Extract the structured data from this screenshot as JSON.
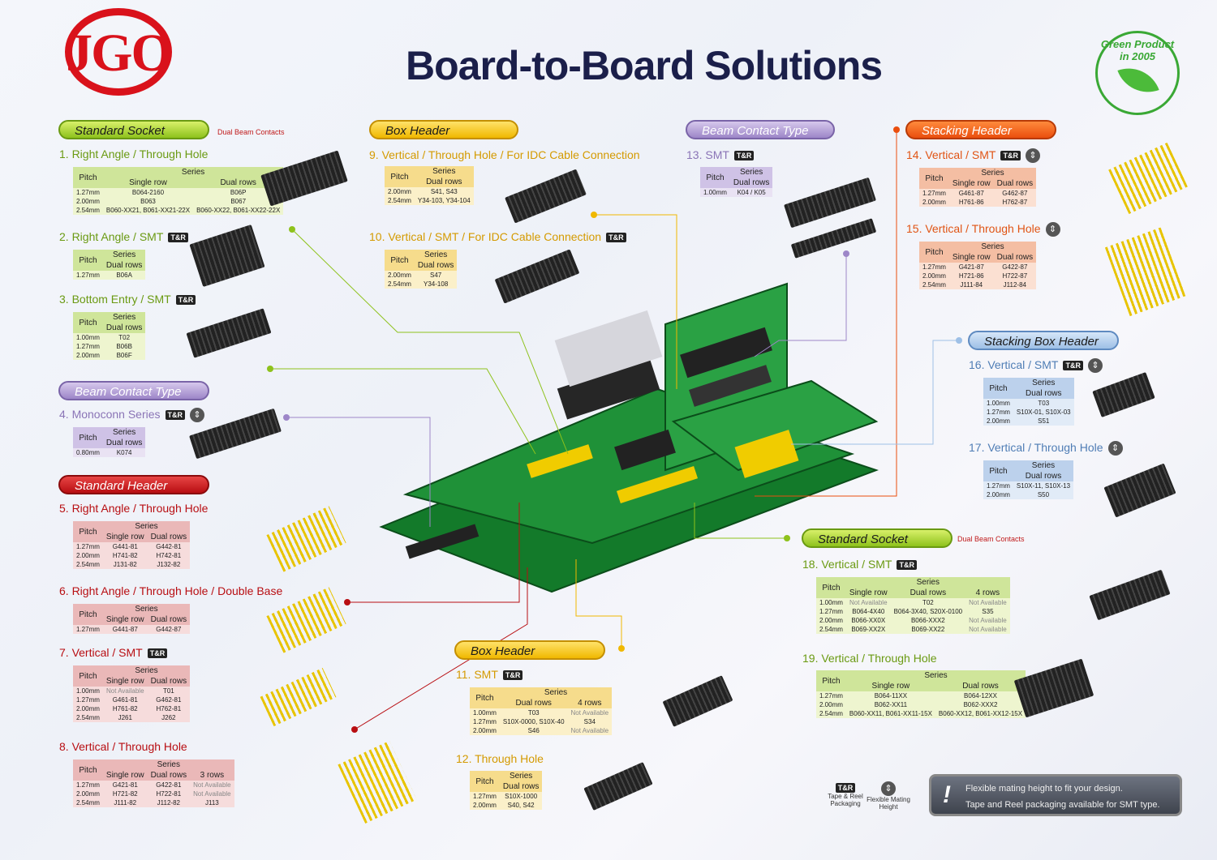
{
  "brand": {
    "logo": "JGO",
    "title": "Board-to-Board Solutions",
    "seal": "Green Product in 2005"
  },
  "colors": {
    "green": "#8ec21c",
    "yellow": "#f0b800",
    "purple": "#9d86c8",
    "orange": "#ea4e0e",
    "red": "#b80e12",
    "blue": "#9ec0e6"
  },
  "icons": {
    "tr": "T&R",
    "flex": "⇕"
  },
  "cat": {
    "std_socket": "Standard Socket",
    "dual_beam": "Dual Beam Contacts",
    "box_header": "Box Header",
    "beam_contact": "Beam Contact Type",
    "stacking_header": "Stacking Header",
    "stacking_box": "Stacking Box Header",
    "std_header": "Standard Header"
  },
  "h": {
    "pitch": "Pitch",
    "series": "Series",
    "single": "Single row",
    "dual": "Dual rows",
    "four": "4 rows",
    "three": "3 rows",
    "na": "Not Available"
  },
  "s1": {
    "title": "1. Right Angle / Through Hole",
    "rows": [
      [
        "1.27mm",
        "B064-2160",
        "B06P"
      ],
      [
        "2.00mm",
        "B063",
        "B067"
      ],
      [
        "2.54mm",
        "B060-XX21, B061-XX21-22X",
        "B060-XX22, B061-XX22-22X"
      ]
    ]
  },
  "s2": {
    "title": "2. Right Angle / SMT",
    "rows": [
      [
        "1.27mm",
        "B06A"
      ]
    ]
  },
  "s3": {
    "title": "3. Bottom Entry / SMT",
    "rows": [
      [
        "1.00mm",
        "T02"
      ],
      [
        "1.27mm",
        "B06B"
      ],
      [
        "2.00mm",
        "B06F"
      ]
    ]
  },
  "s4": {
    "title": "4. Monoconn Series",
    "rows": [
      [
        "0.80mm",
        "K074"
      ]
    ]
  },
  "s5": {
    "title": "5. Right Angle / Through Hole",
    "rows": [
      [
        "1.27mm",
        "G441-81",
        "G442-81"
      ],
      [
        "2.00mm",
        "H741-82",
        "H742-81"
      ],
      [
        "2.54mm",
        "J131-82",
        "J132-82"
      ]
    ]
  },
  "s6": {
    "title": "6. Right Angle / Through Hole / Double Base",
    "rows": [
      [
        "1.27mm",
        "G441-87",
        "G442-87"
      ]
    ]
  },
  "s7": {
    "title": "7. Vertical / SMT",
    "rows": [
      [
        "1.00mm",
        "Not Available",
        "T01"
      ],
      [
        "1.27mm",
        "G461-81",
        "G462-81"
      ],
      [
        "2.00mm",
        "H761-82",
        "H762-81"
      ],
      [
        "2.54mm",
        "J261",
        "J262"
      ]
    ]
  },
  "s8": {
    "title": "8. Vertical  / Through Hole",
    "rows": [
      [
        "1.27mm",
        "G421-81",
        "G422-81",
        "Not Available"
      ],
      [
        "2.00mm",
        "H721-82",
        "H722-81",
        "Not Available"
      ],
      [
        "2.54mm",
        "J111-82",
        "J112-82",
        "J113"
      ]
    ]
  },
  "s9": {
    "title": "9. Vertical / Through Hole / For IDC Cable Connection",
    "rows": [
      [
        "2.00mm",
        "S41, S43"
      ],
      [
        "2.54mm",
        "Y34-103, Y34-104"
      ]
    ]
  },
  "s10": {
    "title": "10. Vertical / SMT / For IDC Cable Connection",
    "rows": [
      [
        "2.00mm",
        "S47"
      ],
      [
        "2.54mm",
        "Y34-108"
      ]
    ]
  },
  "s11": {
    "title": "11. SMT",
    "rows": [
      [
        "1.00mm",
        "T03",
        "Not Available"
      ],
      [
        "1.27mm",
        "S10X-0000, S10X-40",
        "S34"
      ],
      [
        "2.00mm",
        "S46",
        "Not Available"
      ]
    ]
  },
  "s12": {
    "title": "12. Through Hole",
    "rows": [
      [
        "1.27mm",
        "S10X-1000"
      ],
      [
        "2.00mm",
        "S40, S42"
      ]
    ]
  },
  "s13": {
    "title": "13. SMT",
    "rows": [
      [
        "1.00mm",
        "K04 / K05"
      ]
    ]
  },
  "s14": {
    "title": "14. Vertical / SMT",
    "rows": [
      [
        "1.27mm",
        "G461-87",
        "G462-87"
      ],
      [
        "2.00mm",
        "H761-86",
        "H762-87"
      ]
    ]
  },
  "s15": {
    "title": "15. Vertical  / Through Hole",
    "rows": [
      [
        "1.27mm",
        "G421-87",
        "G422-87"
      ],
      [
        "2.00mm",
        "H721-86",
        "H722-87"
      ],
      [
        "2.54mm",
        "J111-84",
        "J112-84"
      ]
    ]
  },
  "s16": {
    "title": "16. Vertical / SMT",
    "rows": [
      [
        "1.00mm",
        "T03"
      ],
      [
        "1.27mm",
        "S10X-01, S10X-03"
      ],
      [
        "2.00mm",
        "S51"
      ]
    ]
  },
  "s17": {
    "title": "17. Vertical / Through Hole",
    "rows": [
      [
        "1.27mm",
        "S10X-11, S10X-13"
      ],
      [
        "2.00mm",
        "S50"
      ]
    ]
  },
  "s18": {
    "title": "18. Vertical / SMT",
    "rows": [
      [
        "1.00mm",
        "Not Available",
        "T02",
        "Not Available"
      ],
      [
        "1.27mm",
        "B064-4X40",
        "B064-3X40, S20X-0100",
        "S35"
      ],
      [
        "2.00mm",
        "B066-XX0X",
        "B066-XXX2",
        "Not Available"
      ],
      [
        "2.54mm",
        "B069-XX2X",
        "B069-XX22",
        "Not Available"
      ]
    ]
  },
  "s19": {
    "title": "19. Vertical / Through Hole",
    "rows": [
      [
        "1.27mm",
        "B064-11XX",
        "B064-12XX"
      ],
      [
        "2.00mm",
        "B062-XX11",
        "B062-XXX2"
      ],
      [
        "2.54mm",
        "B060-XX11, B061-XX11-15X",
        "B060-XX12, B061-XX12-15X"
      ]
    ]
  },
  "legend": {
    "tr": "Tape & Reel Packaging",
    "flex": "Flexible Mating Height"
  },
  "info": {
    "line1": "Flexible mating height to fit your design.",
    "line2": "Tape and Reel packaging available for SMT type.",
    "mark": "!"
  }
}
